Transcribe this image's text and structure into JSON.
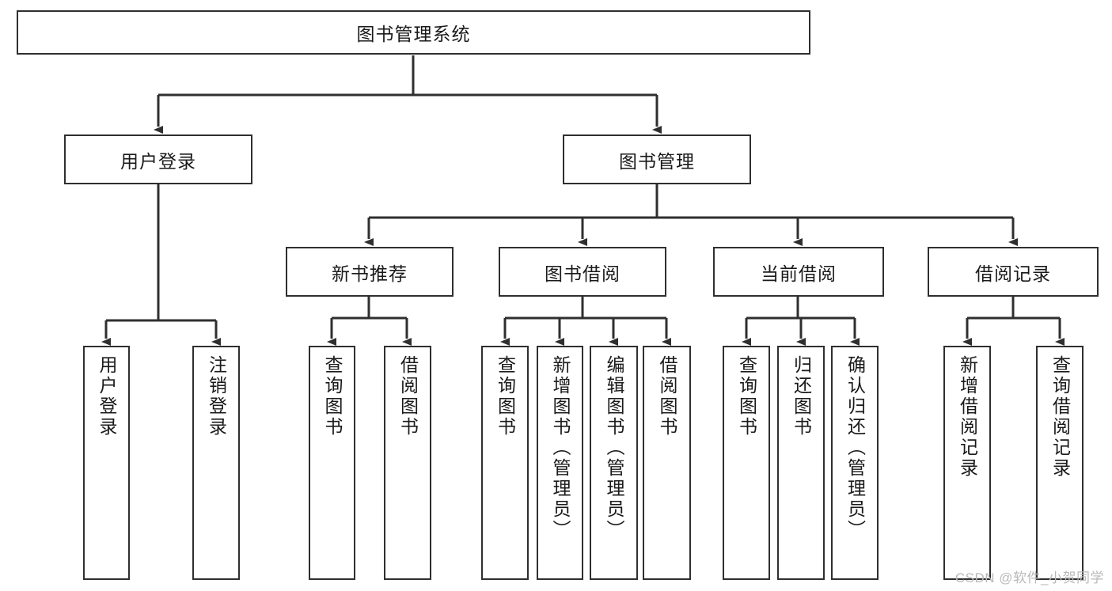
{
  "diagram": {
    "title": "图书管理系统",
    "type": "hierarchy-tree",
    "watermark": "CSDN @软件_小贺同学",
    "colors": {
      "box_border": "#2f2f2f",
      "box_fill": "#ffffff",
      "connector": "#2f2f2f",
      "text": "#1a1a1a",
      "watermark": "#b9b9b9"
    },
    "levels": [
      {
        "level": 1,
        "nodes": [
          {
            "id": "root",
            "label": "图书管理系统",
            "orientation": "horizontal"
          }
        ]
      },
      {
        "level": 2,
        "nodes": [
          {
            "id": "l2-0",
            "label": "用户登录",
            "orientation": "horizontal",
            "parent": "root"
          },
          {
            "id": "l2-1",
            "label": "图书管理",
            "orientation": "horizontal",
            "parent": "root"
          }
        ]
      },
      {
        "level": 3,
        "nodes": [
          {
            "id": "l3-0",
            "label": "新书推荐",
            "orientation": "horizontal",
            "parent": "l2-1"
          },
          {
            "id": "l3-1",
            "label": "图书借阅",
            "orientation": "horizontal",
            "parent": "l2-1"
          },
          {
            "id": "l3-2",
            "label": "当前借阅",
            "orientation": "horizontal",
            "parent": "l2-1"
          },
          {
            "id": "l3-3",
            "label": "借阅记录",
            "orientation": "horizontal",
            "parent": "l2-1"
          }
        ]
      },
      {
        "level": 4,
        "nodes": [
          {
            "id": "leaf-0",
            "label": "用户登录",
            "orientation": "vertical",
            "parent": "l2-0"
          },
          {
            "id": "leaf-1",
            "label": "注销登录",
            "orientation": "vertical",
            "parent": "l2-0"
          },
          {
            "id": "leaf-2",
            "label": "查询图书",
            "orientation": "vertical",
            "parent": "l3-0"
          },
          {
            "id": "leaf-3",
            "label": "借阅图书",
            "orientation": "vertical",
            "parent": "l3-0"
          },
          {
            "id": "leaf-4",
            "label": "查询图书",
            "orientation": "vertical",
            "parent": "l3-1"
          },
          {
            "id": "leaf-5",
            "label": "新增图书（管理员）",
            "orientation": "vertical",
            "parent": "l3-1"
          },
          {
            "id": "leaf-6",
            "label": "编辑图书（管理员）",
            "orientation": "vertical",
            "parent": "l3-1"
          },
          {
            "id": "leaf-7",
            "label": "借阅图书",
            "orientation": "vertical",
            "parent": "l3-1"
          },
          {
            "id": "leaf-8",
            "label": "查询图书",
            "orientation": "vertical",
            "parent": "l3-2"
          },
          {
            "id": "leaf-9",
            "label": "归还图书",
            "orientation": "vertical",
            "parent": "l3-2"
          },
          {
            "id": "leaf-10",
            "label": "确认归还（管理员）",
            "orientation": "vertical",
            "parent": "l3-2"
          },
          {
            "id": "leaf-11",
            "label": "新增借阅记录",
            "orientation": "vertical",
            "parent": "l3-3"
          },
          {
            "id": "leaf-12",
            "label": "查询借阅记录",
            "orientation": "vertical",
            "parent": "l3-3"
          }
        ]
      }
    ]
  }
}
